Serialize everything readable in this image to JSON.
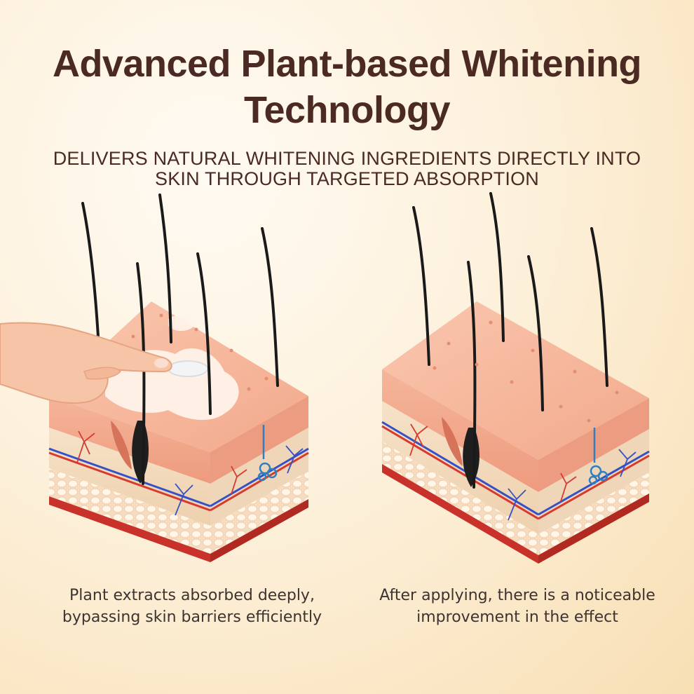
{
  "headline": {
    "line1": "Advanced Plant-based Whitening",
    "line2": "Technology"
  },
  "subheadline": {
    "line1": "DELIVERS NATURAL WHITENING INGREDIENTS DIRECTLY INTO",
    "line2": "SKIN THROUGH TARGETED ABSORPTION"
  },
  "panels": [
    {
      "caption_line1": "Plant extracts absorbed deeply,",
      "caption_line2": "bypassing skin barriers efficiently",
      "state": "with-patches-and-cream"
    },
    {
      "caption_line1": "After applying, there is a noticeable",
      "caption_line2": "improvement in the effect",
      "state": "clear-skin"
    }
  ],
  "colors": {
    "title": "#4a2a22",
    "skin_top": "#f7b99c",
    "skin_front": "#f2a488",
    "dermis": "#f3dcc0",
    "fat": "#fff3e2",
    "blood_red": "#d63a2f",
    "vein_blue": "#3451c8",
    "hair": "#1a1a1a"
  }
}
